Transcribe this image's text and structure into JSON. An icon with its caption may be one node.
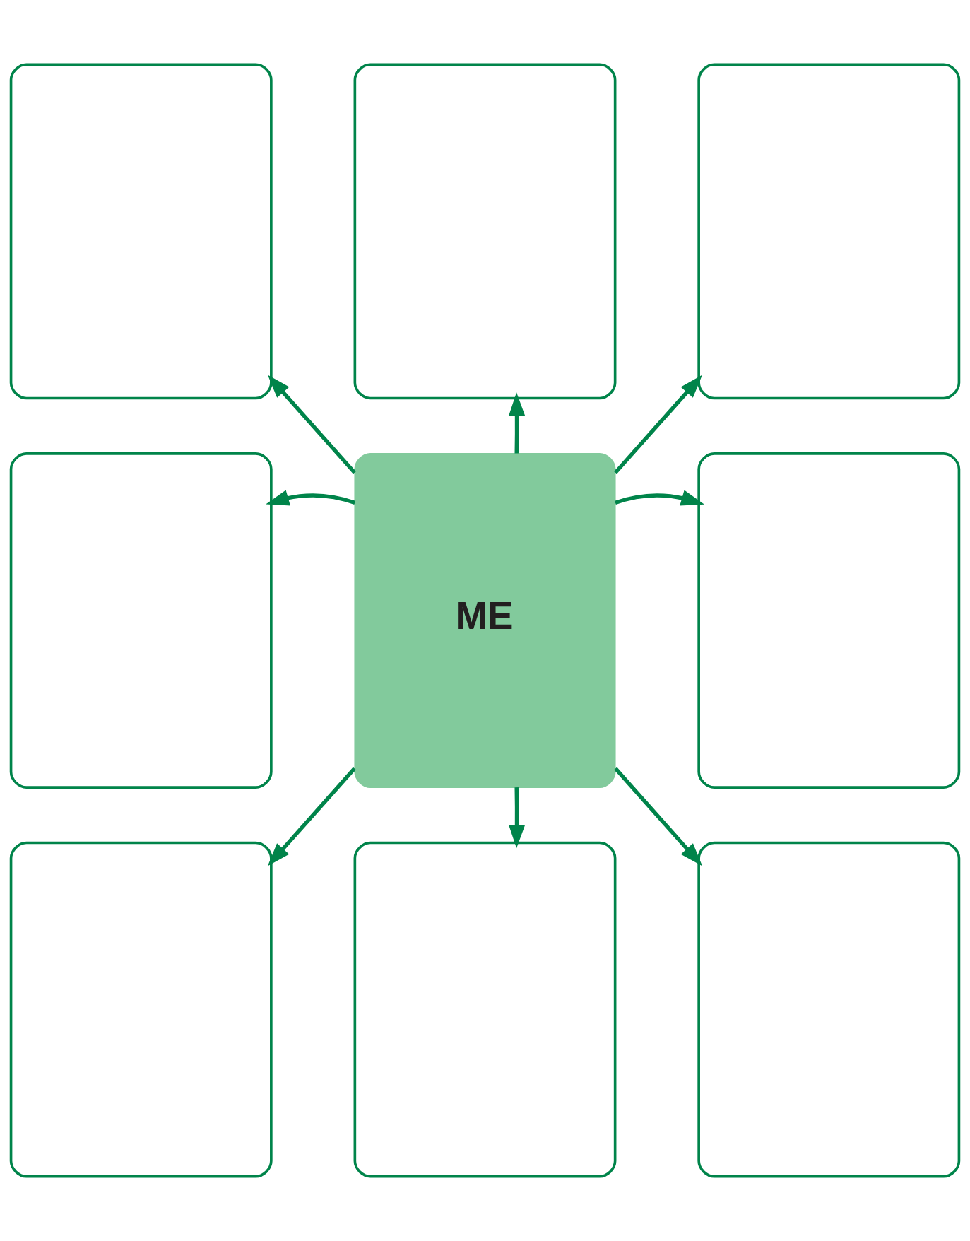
{
  "diagram": {
    "nodes": [
      {
        "text": [],
        "shape": "box"
      },
      {
        "text": [],
        "shape": "box"
      },
      {
        "text": [],
        "shape": "box"
      },
      {
        "text": [],
        "shape": "box"
      },
      {
        "text": [
          "ME"
        ]
      },
      {
        "text": [],
        "shape": "box"
      },
      {
        "text": [],
        "shape": "box"
      },
      {
        "text": [],
        "shape": "box"
      },
      {
        "text": [],
        "shape": "box"
      }
    ],
    "edges": [
      {
        "from": 4,
        "to": 0,
        "arrow": "to"
      },
      {
        "from": 4,
        "to": 1,
        "arrow": "to"
      },
      {
        "from": 4,
        "to": 2,
        "arrow": "to"
      },
      {
        "from": 4,
        "to": 3,
        "arrow": "to"
      },
      {
        "from": 4,
        "to": 5,
        "arrow": "to"
      },
      {
        "from": 4,
        "to": 6,
        "arrow": "to"
      },
      {
        "from": 4,
        "to": 7,
        "arrow": "to"
      },
      {
        "from": 4,
        "to": 8,
        "arrow": "to"
      }
    ]
  }
}
